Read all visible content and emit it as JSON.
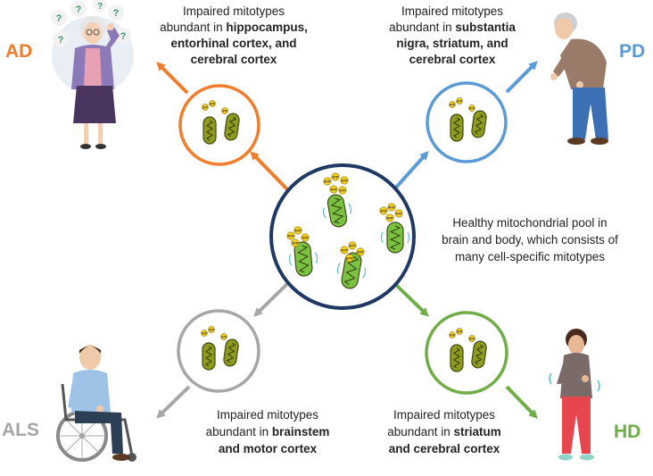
{
  "diseases": {
    "ad": {
      "abbr": "AD",
      "color": "#ef7d2c"
    },
    "pd": {
      "abbr": "PD",
      "color": "#5b9bd5"
    },
    "als": {
      "abbr": "ALS",
      "color": "#a6a6a6"
    },
    "hd": {
      "abbr": "HD",
      "color": "#70ad47"
    }
  },
  "center": {
    "ring_color": "#1f3864",
    "label_line1": "Healthy mitochondrial pool in",
    "label_line2": "brain and body, which consists of",
    "label_line3": "many cell-specific mitotypes"
  },
  "atp_text": "ATP",
  "question_mark": "?",
  "labels": {
    "ad": {
      "line1": "Impaired mitotypes",
      "line2_plain": "abundant in ",
      "line2_bold": "hippocampus,",
      "line3_bold": "entorhinal cortex, and",
      "line4_bold": "cerebral cortex"
    },
    "pd": {
      "line1": "Impaired mitotypes",
      "line2_plain": "abundant in ",
      "line2_bold": "substantia",
      "line3_bold": "nigra, striatum, and",
      "line4_bold": "cerebral cortex"
    },
    "als": {
      "line1": "Impaired mitotypes",
      "line2_plain": "abundant in ",
      "line2_bold": "brainstem",
      "line3_bold": "and motor cortex"
    },
    "hd": {
      "line1": "Impaired mitotypes",
      "line2_plain": "abundant in ",
      "line2_bold": "striatum",
      "line3_bold": "and cerebral cortex"
    }
  },
  "colors": {
    "healthy_mito": "#7cc242",
    "impaired_mito": "#8f9a1e",
    "atp_fill": "#f7d21b"
  }
}
